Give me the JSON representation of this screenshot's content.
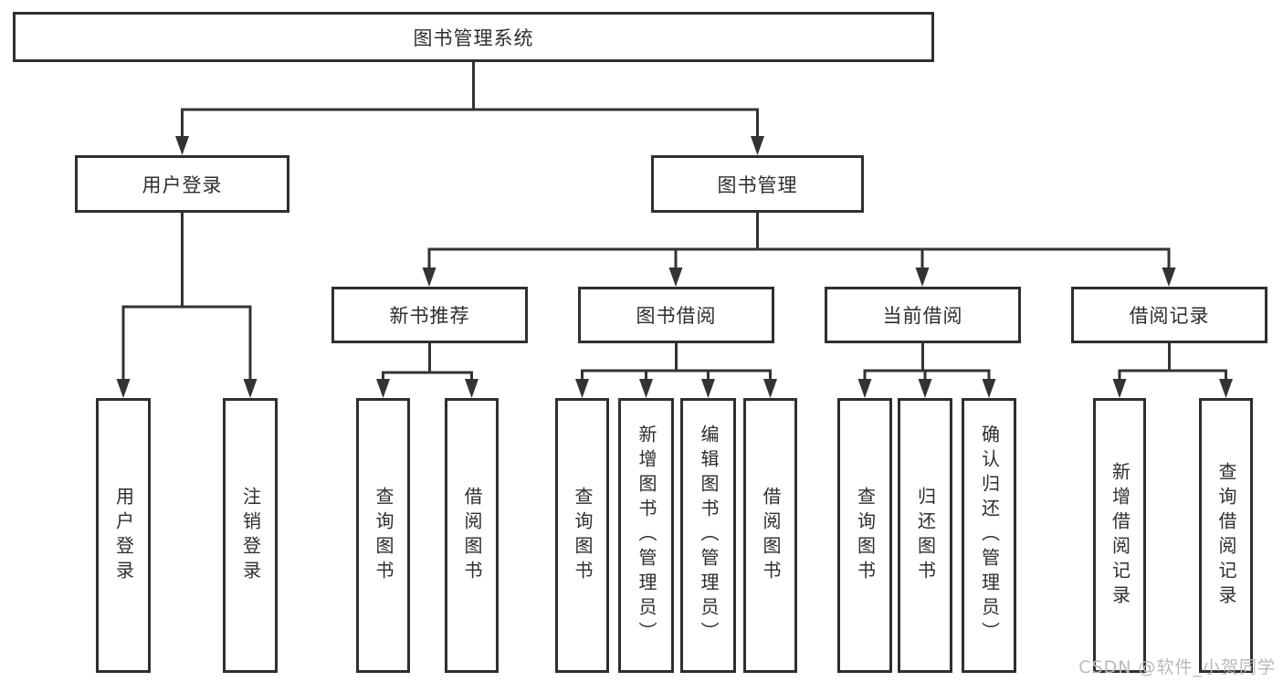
{
  "diagram": {
    "root": {
      "label": "图书管理系统"
    },
    "branches": [
      {
        "label": "用户登录",
        "children": [
          {
            "label": "用户登录"
          },
          {
            "label": "注销登录"
          }
        ]
      },
      {
        "label": "图书管理",
        "children": [
          {
            "label": "新书推荐",
            "children": [
              {
                "label": "查询图书"
              },
              {
                "label": "借阅图书"
              }
            ]
          },
          {
            "label": "图书借阅",
            "children": [
              {
                "label": "查询图书"
              },
              {
                "label": "新增图书（管理员）"
              },
              {
                "label": "编辑图书（管理员）"
              },
              {
                "label": "借阅图书"
              }
            ]
          },
          {
            "label": "当前借阅",
            "children": [
              {
                "label": "查询图书"
              },
              {
                "label": "归还图书"
              },
              {
                "label": "确认归还（管理员）"
              }
            ]
          },
          {
            "label": "借阅记录",
            "children": [
              {
                "label": "新增借阅记录"
              },
              {
                "label": "查询借阅记录"
              }
            ]
          }
        ]
      }
    ]
  },
  "watermark": {
    "text": "CSDN @软件_小贺同学"
  },
  "colors": {
    "line": "#333333",
    "box_border": "#2f2f2f",
    "text": "#2e2e2e",
    "watermark": "#b9b9b9",
    "background": "#ffffff"
  }
}
